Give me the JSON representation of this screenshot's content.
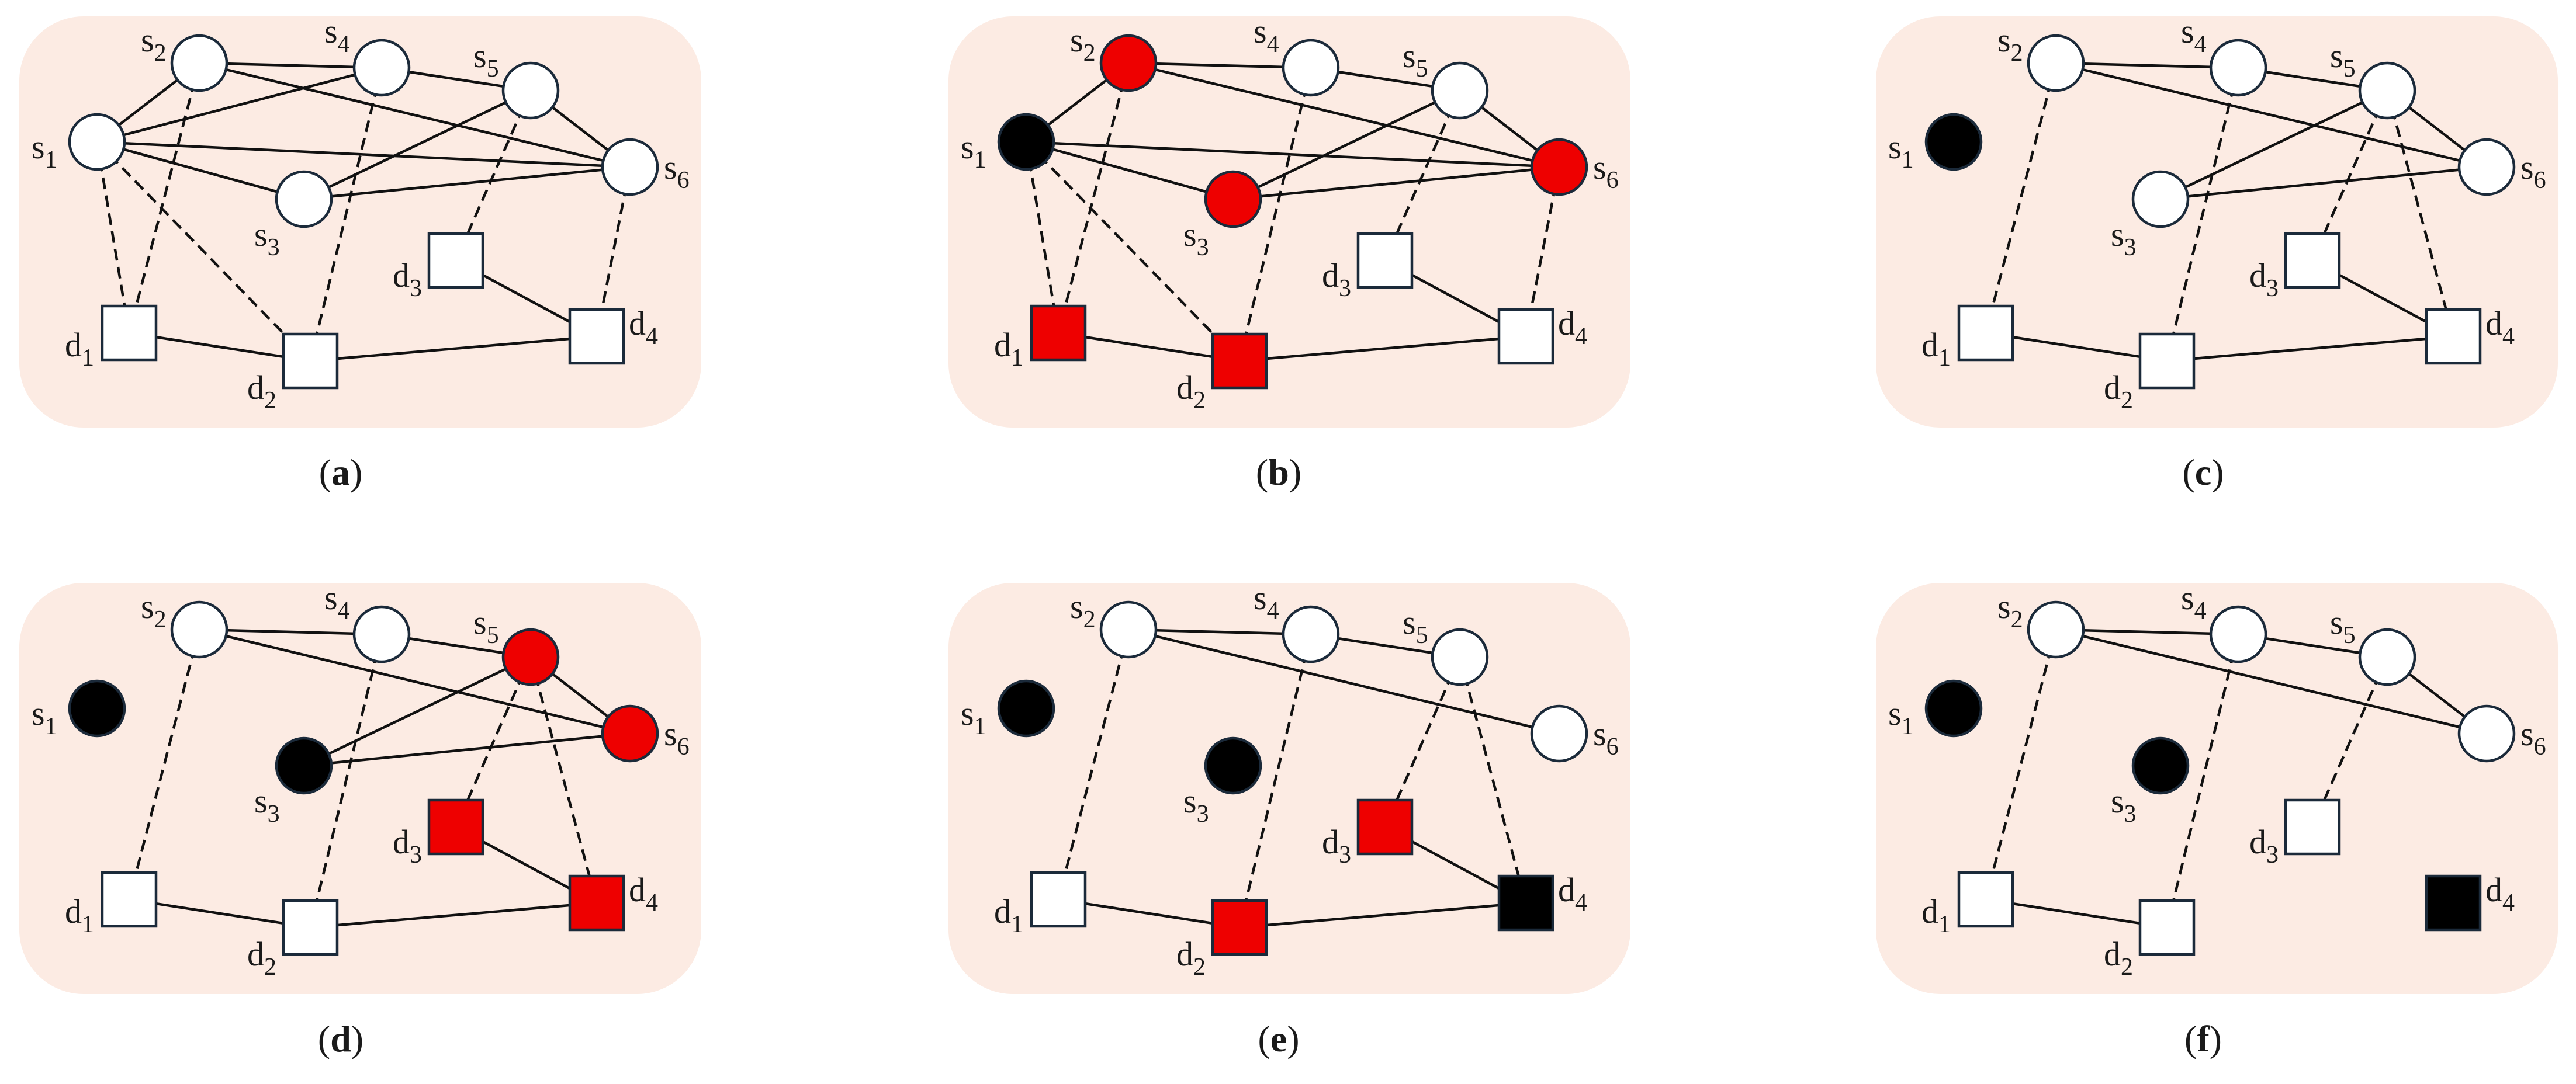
{
  "colors": {
    "panel_background": "#fcebe3",
    "node_default": "#ffffff",
    "node_red": "#ee0000",
    "node_black": "#000000",
    "edge": "#111111"
  },
  "labels": {
    "s1": {
      "base": "s",
      "sub": "1"
    },
    "s2": {
      "base": "s",
      "sub": "2"
    },
    "s3": {
      "base": "s",
      "sub": "3"
    },
    "s4": {
      "base": "s",
      "sub": "4"
    },
    "s5": {
      "base": "s",
      "sub": "5"
    },
    "s6": {
      "base": "s",
      "sub": "6"
    },
    "d1": {
      "base": "d",
      "sub": "1"
    },
    "d2": {
      "base": "d",
      "sub": "2"
    },
    "d3": {
      "base": "d",
      "sub": "3"
    },
    "d4": {
      "base": "d",
      "sub": "4"
    }
  },
  "node_shapes": {
    "s1": "circle",
    "s2": "circle",
    "s3": "circle",
    "s4": "circle",
    "s5": "circle",
    "s6": "circle",
    "d1": "square",
    "d2": "square",
    "d3": "square",
    "d4": "square"
  },
  "panels": [
    {
      "caption": {
        "open": "(",
        "letter": "a",
        "close": ")"
      },
      "node_states": {
        "s1": "white",
        "s2": "white",
        "s3": "white",
        "s4": "white",
        "s5": "white",
        "s6": "white",
        "d1": "white",
        "d2": "white",
        "d3": "white",
        "d4": "white"
      },
      "solid_edges": [
        [
          "s1",
          "s2"
        ],
        [
          "s1",
          "s4"
        ],
        [
          "s1",
          "s6"
        ],
        [
          "s1",
          "s3"
        ],
        [
          "s2",
          "s4"
        ],
        [
          "s2",
          "s6"
        ],
        [
          "s4",
          "s5"
        ],
        [
          "s5",
          "s6"
        ],
        [
          "s5",
          "s3"
        ],
        [
          "s3",
          "s6"
        ],
        [
          "d1",
          "d2"
        ],
        [
          "d2",
          "d4"
        ],
        [
          "d3",
          "d4"
        ]
      ],
      "dashed_edges": [
        [
          "s1",
          "d1"
        ],
        [
          "s1",
          "d2"
        ],
        [
          "s2",
          "d1"
        ],
        [
          "s4",
          "d2"
        ],
        [
          "s5",
          "d3"
        ],
        [
          "s6",
          "d4"
        ]
      ]
    },
    {
      "caption": {
        "open": "(",
        "letter": "b",
        "close": ")"
      },
      "node_states": {
        "s1": "black",
        "s2": "red",
        "s3": "red",
        "s4": "white",
        "s5": "white",
        "s6": "red",
        "d1": "red",
        "d2": "red",
        "d3": "white",
        "d4": "white"
      },
      "solid_edges": [
        [
          "s1",
          "s2"
        ],
        [
          "s1",
          "s6"
        ],
        [
          "s1",
          "s3"
        ],
        [
          "s2",
          "s4"
        ],
        [
          "s2",
          "s6"
        ],
        [
          "s4",
          "s5"
        ],
        [
          "s5",
          "s6"
        ],
        [
          "s5",
          "s3"
        ],
        [
          "s3",
          "s6"
        ],
        [
          "d1",
          "d2"
        ],
        [
          "d2",
          "d4"
        ],
        [
          "d3",
          "d4"
        ]
      ],
      "dashed_edges": [
        [
          "s1",
          "d1"
        ],
        [
          "s1",
          "d2"
        ],
        [
          "s2",
          "d1"
        ],
        [
          "s4",
          "d2"
        ],
        [
          "s5",
          "d3"
        ],
        [
          "s6",
          "d4"
        ]
      ]
    },
    {
      "caption": {
        "open": "(",
        "letter": "c",
        "close": ")"
      },
      "node_states": {
        "s1": "black",
        "s2": "white",
        "s3": "white",
        "s4": "white",
        "s5": "white",
        "s6": "white",
        "d1": "white",
        "d2": "white",
        "d3": "white",
        "d4": "white"
      },
      "solid_edges": [
        [
          "s2",
          "s4"
        ],
        [
          "s2",
          "s6"
        ],
        [
          "s4",
          "s5"
        ],
        [
          "s5",
          "s6"
        ],
        [
          "s5",
          "s3"
        ],
        [
          "s3",
          "s6"
        ],
        [
          "d1",
          "d2"
        ],
        [
          "d2",
          "d4"
        ],
        [
          "d3",
          "d4"
        ]
      ],
      "dashed_edges": [
        [
          "s2",
          "d1"
        ],
        [
          "s4",
          "d2"
        ],
        [
          "s5",
          "d3"
        ],
        [
          "s5",
          "d4"
        ]
      ]
    },
    {
      "caption": {
        "open": "(",
        "letter": "d",
        "close": ")"
      },
      "node_states": {
        "s1": "black",
        "s2": "white",
        "s3": "black",
        "s4": "white",
        "s5": "red",
        "s6": "red",
        "d1": "white",
        "d2": "white",
        "d3": "red",
        "d4": "red"
      },
      "solid_edges": [
        [
          "s2",
          "s4"
        ],
        [
          "s2",
          "s6"
        ],
        [
          "s4",
          "s5"
        ],
        [
          "s5",
          "s6"
        ],
        [
          "s5",
          "s3"
        ],
        [
          "s3",
          "s6"
        ],
        [
          "d1",
          "d2"
        ],
        [
          "d2",
          "d4"
        ],
        [
          "d3",
          "d4"
        ]
      ],
      "dashed_edges": [
        [
          "s2",
          "d1"
        ],
        [
          "s4",
          "d2"
        ],
        [
          "s5",
          "d3"
        ],
        [
          "s5",
          "d4"
        ]
      ]
    },
    {
      "caption": {
        "open": "(",
        "letter": "e",
        "close": ")"
      },
      "node_states": {
        "s1": "black",
        "s2": "white",
        "s3": "black",
        "s4": "white",
        "s5": "white",
        "s6": "white",
        "d1": "white",
        "d2": "red",
        "d3": "red",
        "d4": "black"
      },
      "solid_edges": [
        [
          "s2",
          "s4"
        ],
        [
          "s2",
          "s6"
        ],
        [
          "s4",
          "s5"
        ],
        [
          "d1",
          "d2"
        ],
        [
          "d2",
          "d4"
        ],
        [
          "d3",
          "d4"
        ]
      ],
      "dashed_edges": [
        [
          "s2",
          "d1"
        ],
        [
          "s4",
          "d2"
        ],
        [
          "s5",
          "d3"
        ],
        [
          "s5",
          "d4"
        ]
      ]
    },
    {
      "caption": {
        "open": "(",
        "letter": "f",
        "close": ")"
      },
      "node_states": {
        "s1": "black",
        "s2": "white",
        "s3": "black",
        "s4": "white",
        "s5": "white",
        "s6": "white",
        "d1": "white",
        "d2": "white",
        "d3": "white",
        "d4": "black"
      },
      "solid_edges": [
        [
          "s2",
          "s4"
        ],
        [
          "s2",
          "s6"
        ],
        [
          "s4",
          "s5"
        ],
        [
          "s5",
          "s6"
        ],
        [
          "d1",
          "d2"
        ]
      ],
      "dashed_edges": [
        [
          "s2",
          "d1"
        ],
        [
          "s4",
          "d2"
        ],
        [
          "s5",
          "d3"
        ]
      ]
    }
  ]
}
